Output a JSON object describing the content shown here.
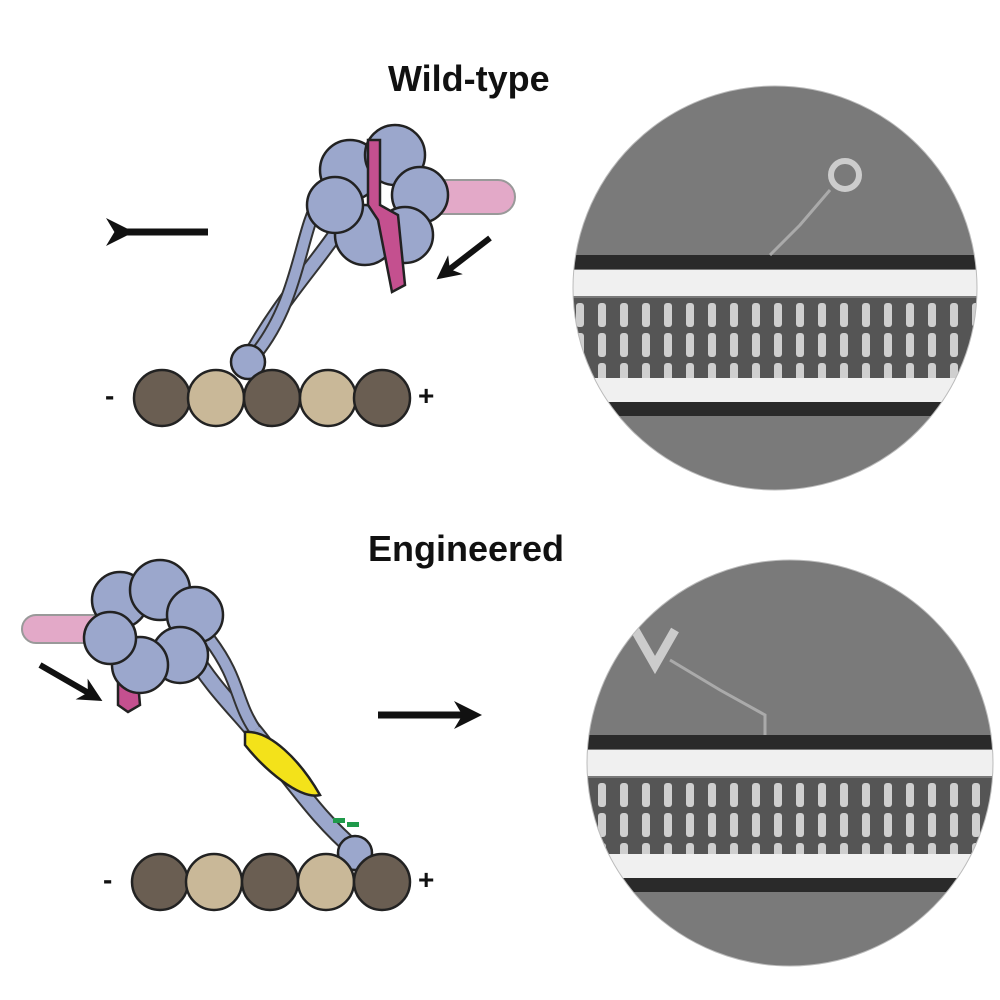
{
  "panels": [
    {
      "title": "Wild-type",
      "minus_label": "-",
      "plus_label": "+",
      "direction": "left"
    },
    {
      "title": "Engineered",
      "minus_label": "-",
      "plus_label": "+",
      "direction": "right"
    }
  ],
  "colors": {
    "motor": "#9ba7cc",
    "stalk": "#c4508f",
    "microtubule_fragment": "#e3a9c8",
    "tubulin_dark": "#6a5e52",
    "tubulin_light": "#c9b898",
    "linker_insert": "#f3e21a",
    "marker": "#1f9a4a",
    "em_background": "#7a7a7a"
  }
}
